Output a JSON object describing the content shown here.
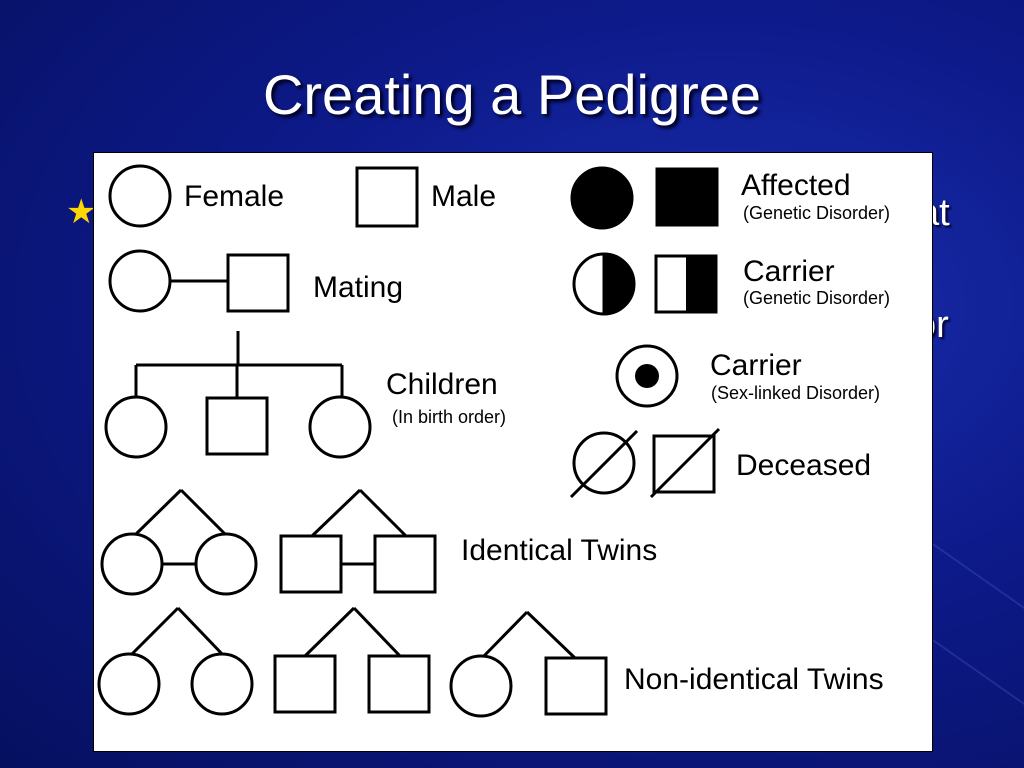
{
  "slide": {
    "title": "Creating a Pedigree",
    "bullet_fragment_1": "at",
    "bullet_fragment_2": "or"
  },
  "legend": {
    "female": "Female",
    "male": "Male",
    "affected": "Affected",
    "affected_note": "(Genetic Disorder)",
    "mating": "Mating",
    "carrier": "Carrier",
    "carrier_note": "(Genetic Disorder)",
    "children": "Children",
    "children_note": "(In birth order)",
    "carrier_sex_linked": "Carrier",
    "carrier_sex_linked_note": "(Sex-linked Disorder)",
    "deceased": "Deceased",
    "identical_twins": "Identical Twins",
    "non_identical_twins": "Non-identical Twins"
  },
  "colors": {
    "background": "#0d1a8a",
    "star": "#ffd700",
    "title": "#ffffff"
  }
}
